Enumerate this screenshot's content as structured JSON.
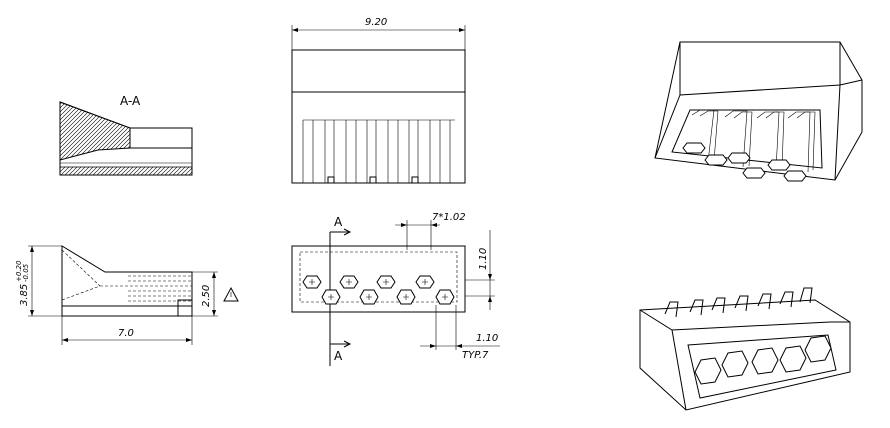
{
  "section": {
    "label_top": "A-A",
    "label_marker_top": "A",
    "label_marker_bottom": "A"
  },
  "dimensions": {
    "top_width": "9.20",
    "side_height": "3.85",
    "side_height_tol_plus": "+0.20",
    "side_height_tol_minus": "-0.05",
    "side_inner_height": "2.50",
    "side_length": "7.0",
    "pitch": "7*1.02",
    "pin_offset": "1.10",
    "pin_pitch_bottom": "1.10",
    "typ": "TYP.7"
  },
  "symbols": {
    "warning": "triangle-warning"
  }
}
